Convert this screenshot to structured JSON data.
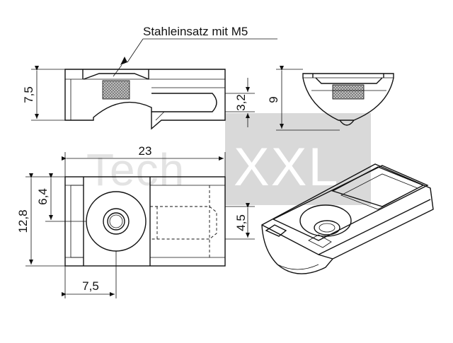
{
  "callout": {
    "label": "Stahleinsatz mit M5"
  },
  "watermark": {
    "part1": "Tech",
    "part2": "XXL"
  },
  "dimensions": {
    "side_height": "7,5",
    "slot_height": "3,2",
    "end_height": "9",
    "total_length": "23",
    "total_width": "12,8",
    "half_width": "6,4",
    "slot_width": "4,5",
    "hole_offset": "7,5"
  },
  "colors": {
    "line": "#111111",
    "watermark_box": "#d9d9d9",
    "watermark_text": "#e3e3e3",
    "insert_fill": "#bdbdbd",
    "part_fill": "#ffffff"
  }
}
